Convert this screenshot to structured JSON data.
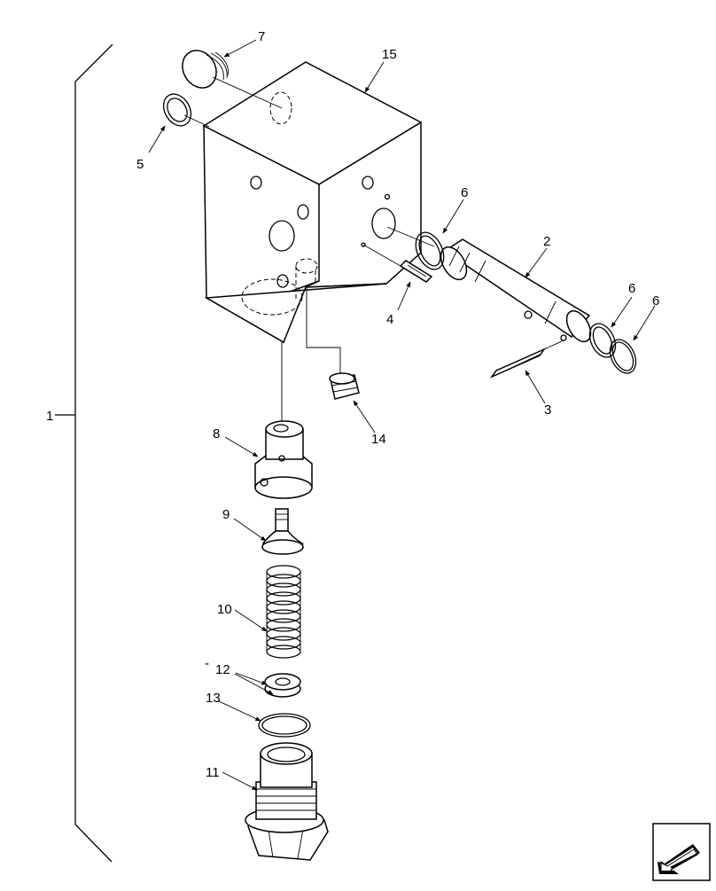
{
  "callouts": {
    "c1": "1",
    "c2": "2",
    "c3": "3",
    "c4": "4",
    "c5": "5",
    "c6a": "6",
    "c6b": "6",
    "c6c": "6",
    "c7": "7",
    "c8": "8",
    "c9": "9",
    "c10": "10",
    "c11": "11",
    "c12": "12",
    "c13": "13",
    "c14": "14",
    "c15": "15"
  },
  "nav": {
    "icon": "arrow-previous-icon"
  }
}
